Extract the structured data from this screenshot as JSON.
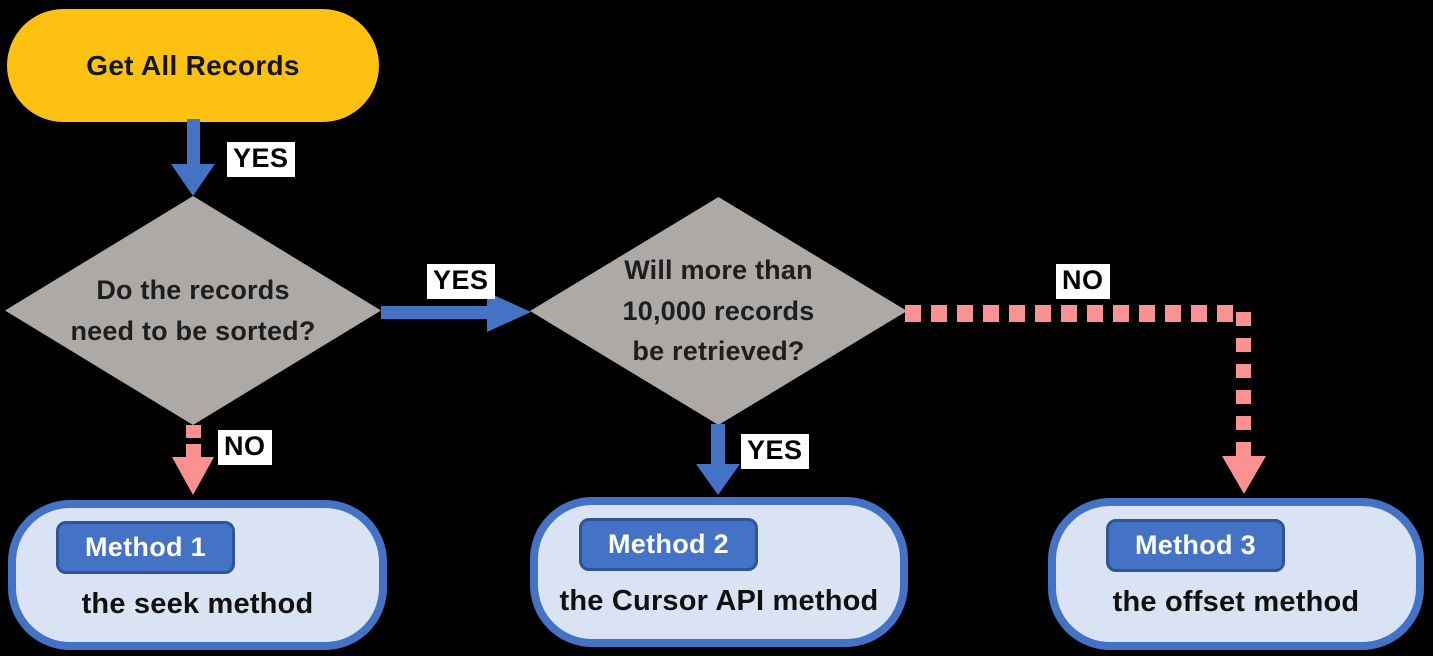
{
  "diagram": {
    "background": "#000000",
    "nodes": {
      "start": {
        "label": "Get All Records",
        "fill": "#FDC112"
      },
      "decision1": {
        "lines": [
          "Do the records",
          "need to be sorted?"
        ],
        "fill": "#ACA9A7"
      },
      "decision2": {
        "lines": [
          "Will more than",
          "10,000 records",
          "be retrieved?"
        ],
        "fill": "#ACA9A7"
      },
      "method1": {
        "badge": "Method 1",
        "description": "the seek method"
      },
      "method2": {
        "badge": "Method 2",
        "description": "the Cursor API method"
      },
      "method3": {
        "badge": "Method 3",
        "description": "the offset method"
      }
    },
    "edges": {
      "start_to_decision1": {
        "label": "YES",
        "style": "solid",
        "color": "#4472C4"
      },
      "decision1_to_decision2": {
        "label": "YES",
        "style": "solid",
        "color": "#4472C4"
      },
      "decision1_to_method1": {
        "label": "NO",
        "style": "dashed",
        "color": "#FB9191"
      },
      "decision2_to_method2": {
        "label": "YES",
        "style": "solid",
        "color": "#4472C4"
      },
      "decision2_to_method3": {
        "label": "NO",
        "style": "dashed",
        "color": "#FB9191"
      }
    },
    "colors": {
      "method_fill": "#DAE3F3",
      "method_border": "#4472C4",
      "badge_fill": "#4472C4",
      "badge_border": "#2F5597",
      "label_bg": "#FFFFFF",
      "text_dark": "#1E1E1E"
    }
  }
}
